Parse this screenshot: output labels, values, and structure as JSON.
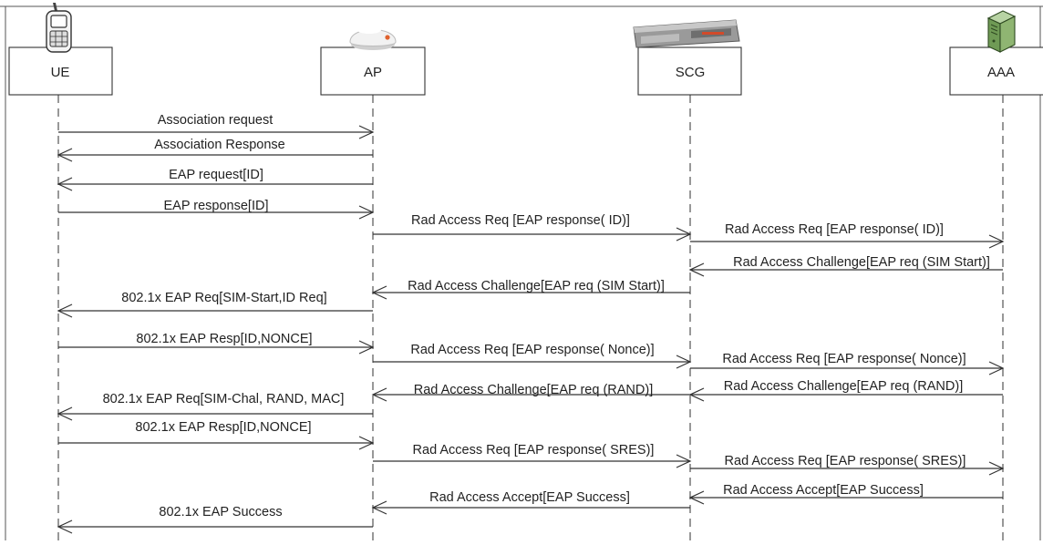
{
  "participants": [
    {
      "id": "ue",
      "label": "UE",
      "icon": "mobile-phone-icon"
    },
    {
      "id": "ap",
      "label": "AP",
      "icon": "access-point-icon"
    },
    {
      "id": "scg",
      "label": "SCG",
      "icon": "gateway-appliance-icon"
    },
    {
      "id": "aaa",
      "label": "AAA",
      "icon": "server-icon"
    }
  ],
  "messages": [
    {
      "from": "ue",
      "to": "ap",
      "label": "Association request"
    },
    {
      "from": "ap",
      "to": "ue",
      "label": "Association Response"
    },
    {
      "from": "ap",
      "to": "ue",
      "label": "EAP request[ID]"
    },
    {
      "from": "ue",
      "to": "ap",
      "label": "EAP response[ID]"
    },
    {
      "from": "ap",
      "to": "scg",
      "label": "Rad Access Req [EAP response( ID)]"
    },
    {
      "from": "scg",
      "to": "aaa",
      "label": "Rad Access Req [EAP response( ID)]"
    },
    {
      "from": "aaa",
      "to": "scg",
      "label": "Rad Access Challenge[EAP req (SIM Start)]"
    },
    {
      "from": "scg",
      "to": "ap",
      "label": "Rad Access Challenge[EAP req (SIM Start)]"
    },
    {
      "from": "ap",
      "to": "ue",
      "label": "802.1x EAP Req[SIM-Start,ID Req]"
    },
    {
      "from": "ue",
      "to": "ap",
      "label": "802.1x EAP Resp[ID,NONCE]"
    },
    {
      "from": "ap",
      "to": "scg",
      "label": "Rad Access Req [EAP response( Nonce)]"
    },
    {
      "from": "scg",
      "to": "aaa",
      "label": "Rad Access Req [EAP response( Nonce)]"
    },
    {
      "from": "aaa",
      "to": "scg",
      "label": "Rad Access Challenge[EAP req (RAND)]"
    },
    {
      "from": "scg",
      "to": "ap",
      "label": "Rad Access Challenge[EAP req (RAND)]"
    },
    {
      "from": "ap",
      "to": "ue",
      "label": "802.1x EAP Req[SIM-Chal, RAND, MAC]"
    },
    {
      "from": "ue",
      "to": "ap",
      "label": "802.1x EAP Resp[ID,NONCE]"
    },
    {
      "from": "ap",
      "to": "scg",
      "label": "Rad Access Req [EAP response( SRES)]"
    },
    {
      "from": "scg",
      "to": "aaa",
      "label": "Rad Access Req [EAP response( SRES)]"
    },
    {
      "from": "aaa",
      "to": "scg",
      "label": "Rad Access Accept[EAP Success]"
    },
    {
      "from": "scg",
      "to": "ap",
      "label": "Rad Access Accept[EAP Success]"
    },
    {
      "from": "ap",
      "to": "ue",
      "label": "802.1x EAP Success"
    }
  ]
}
